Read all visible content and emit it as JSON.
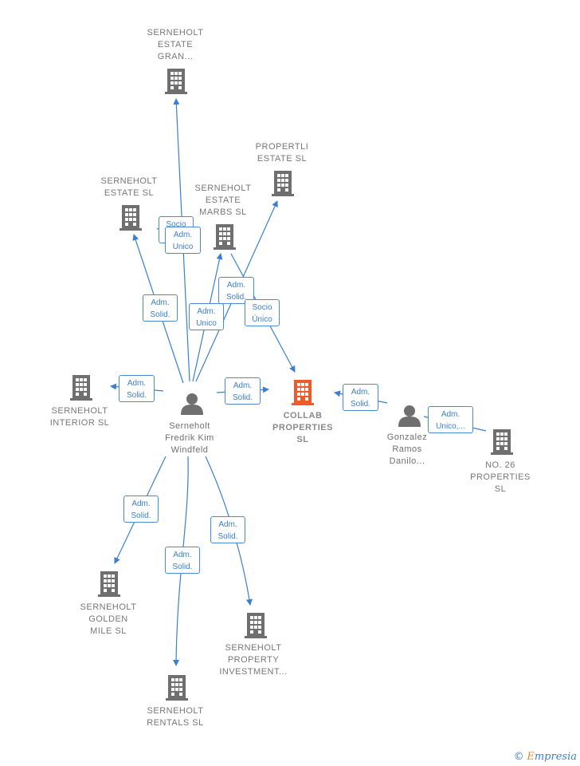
{
  "colors": {
    "edge": "#3a7fd0",
    "building": "#6f6f6f",
    "focus_building": "#f05a28",
    "person": "#6f6f6f"
  },
  "nodes": {
    "serneholt_estate_gran": "SERNEHOLT\nESTATE\nGRAN...",
    "propertli_estate": "PROPERTLI\nESTATE  SL",
    "serneholt_estate_sl": "SERNEHOLT\nESTATE  SL",
    "serneholt_estate_marbs": "SERNEHOLT\nESTATE\nMARBS  SL",
    "serneholt_interior": "SERNEHOLT\nINTERIOR  SL",
    "person_serneholt": "Serneholt\nFredrik Kim\nWindfeld",
    "collab_properties": "COLLAB\nPROPERTIES\nSL",
    "person_gonzalez": "Gonzalez\nRamos\nDanilo...",
    "no26_properties": "NO.  26\nPROPERTIES\nSL",
    "serneholt_golden_mile": "SERNEHOLT\nGOLDEN\nMILE  SL",
    "serneholt_property_investment": "SERNEHOLT\nPROPERTY\nINVESTMENT...",
    "serneholt_rentals": "SERNEHOLT\nRENTALS  SL"
  },
  "edges": {
    "socio_back": "Socio",
    "to_gran": "Adm.\nUnico",
    "to_estate_sl": "Adm.\nSolid.",
    "to_propertli": "Adm.\nUnico",
    "to_marbs": "Adm.\nSolid.",
    "marbs_to_collab": "Socio\nÚnico",
    "to_interior": "Adm.\nSolid.",
    "to_collab": "Adm.\nSolid.",
    "gonzalez_to_collab": "Adm.\nSolid.",
    "gonzalez_to_no26": "Adm.\nUnico,...",
    "to_golden": "Adm.\nSolid.",
    "to_rentals": "Adm.\nSolid.",
    "to_investment": "Adm.\nSolid."
  },
  "brand": {
    "symbol": "©",
    "first": "E",
    "rest": "mpresia"
  }
}
